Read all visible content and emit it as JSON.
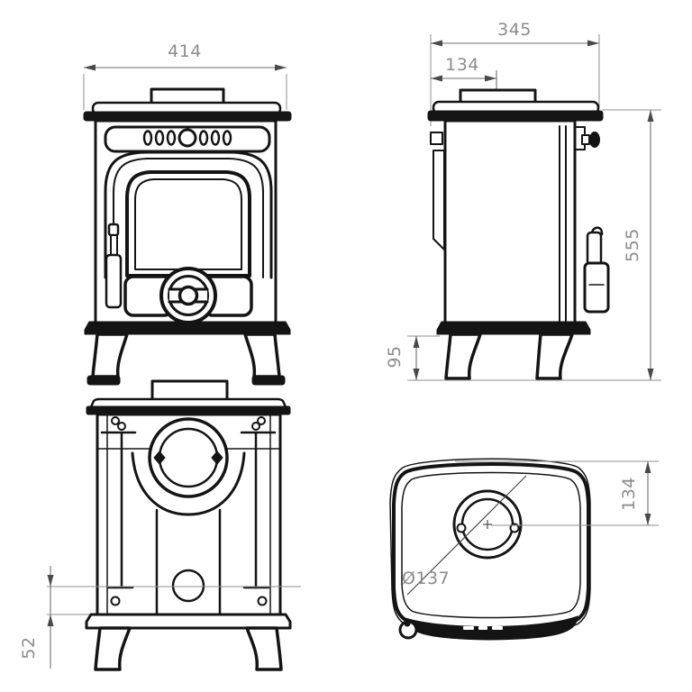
{
  "drawing": {
    "type": "technical-dimension-drawing",
    "subject": "cast-iron wood burning stove, four orthographic views",
    "line_color": "#141414",
    "dimension_color": "#8c8c8c",
    "dims": {
      "front_width": "414",
      "depth": "345",
      "flue_offset_side": "134",
      "overall_height": "555",
      "leg_height": "95",
      "rear_hole_offset": "52",
      "flue_offset_top": "134",
      "flue_diameter": "Ø137"
    }
  }
}
